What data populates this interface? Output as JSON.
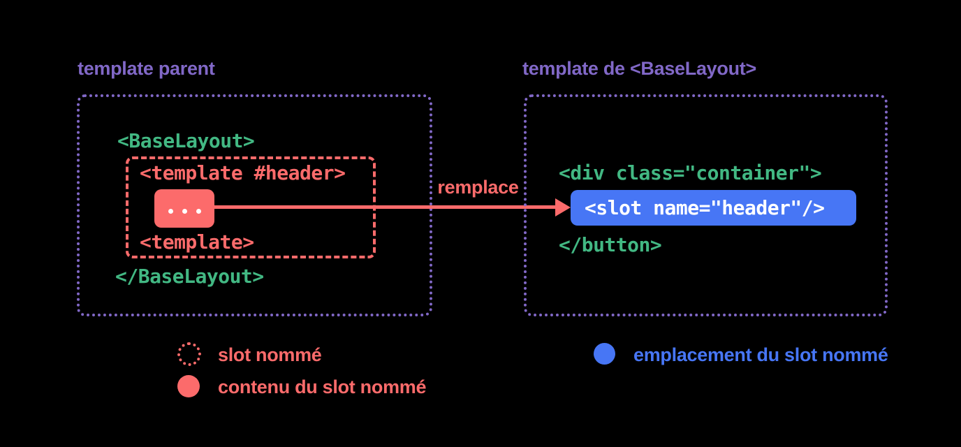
{
  "colors": {
    "background": "#000000",
    "purple": "#8168c7",
    "green": "#42b883",
    "red": "#fc6b6b",
    "blue": "#4776f5",
    "white": "#ffffff"
  },
  "left_panel": {
    "title": "template parent",
    "code": {
      "open_tag": "<BaseLayout>",
      "named_slot": {
        "open_tag": "<template #header>",
        "content_placeholder": "...",
        "close_tag": "<template>"
      },
      "close_tag": "</BaseLayout>"
    }
  },
  "arrow": {
    "label": "remplace"
  },
  "right_panel": {
    "title": "template de <BaseLayout>",
    "code": {
      "open_tag": "<div class=\"container\">",
      "slot_outlet": "<slot name=\"header\"/>",
      "close_tag": "</button>"
    }
  },
  "legend": {
    "items": [
      {
        "marker": "dotted-red-circle",
        "label": "slot nommé"
      },
      {
        "marker": "filled-red-circle",
        "label": "contenu du slot nommé"
      },
      {
        "marker": "filled-blue-circle",
        "label": "emplacement du slot nommé"
      }
    ]
  }
}
